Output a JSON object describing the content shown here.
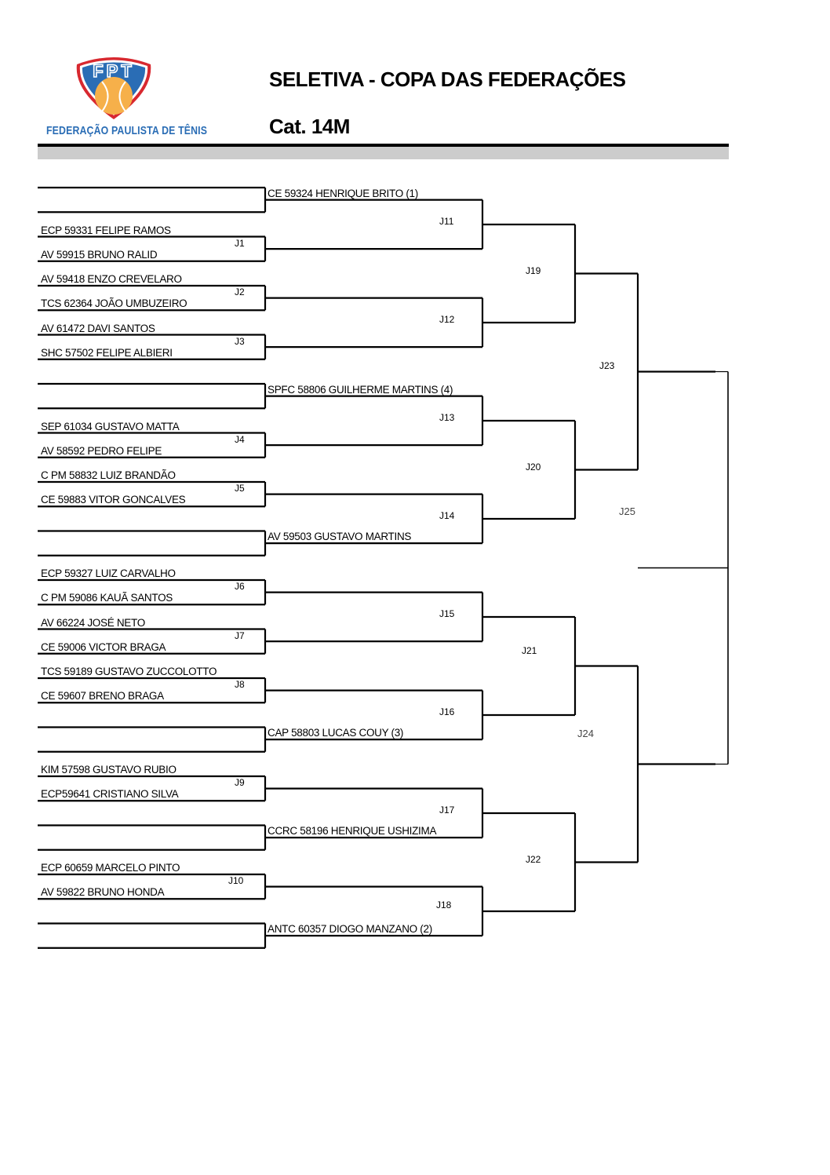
{
  "header": {
    "title": "SELETIVA - COPA DAS FEDERAÇÕES",
    "category": "Cat. 14M",
    "logo_letters": "FPT",
    "logo_text": "FEDERAÇÃO PAULISTA DE TÊNIS",
    "colors": {
      "logo_blue": "#2a6db5",
      "logo_orange": "#f6b04a",
      "logo_red": "#d8282f",
      "band": "#cccccc"
    }
  },
  "first_round": [
    {
      "type": "bye",
      "advanced": "CE 59324 HENRIQUE BRITO (1)"
    },
    {
      "type": "match",
      "match": "J1",
      "players": [
        "ECP 59331 FELIPE RAMOS",
        "AV 59915 BRUNO RALID"
      ]
    },
    {
      "type": "match",
      "match": "J2",
      "players": [
        "AV 59418 ENZO CREVELARO",
        "TCS 62364 JOÃO UMBUZEIRO"
      ]
    },
    {
      "type": "match",
      "match": "J3",
      "players": [
        "AV 61472 DAVI SANTOS",
        "SHC 57502 FELIPE ALBIERI"
      ]
    },
    {
      "type": "bye",
      "advanced": "SPFC 58806 GUILHERME MARTINS  (4)"
    },
    {
      "type": "match",
      "match": "J4",
      "players": [
        "SEP 61034 GUSTAVO MATTA",
        "AV 58592 PEDRO FELIPE"
      ]
    },
    {
      "type": "match",
      "match": "J5",
      "players": [
        "C PM 58832 LUIZ BRANDÃO",
        "CE 59883 VITOR GONCALVES"
      ]
    },
    {
      "type": "bye",
      "advanced": "AV 59503 GUSTAVO MARTINS"
    },
    {
      "type": "match",
      "match": "J6",
      "players": [
        "ECP 59327 LUIZ CARVALHO",
        "C PM 59086 KAUÃ SANTOS"
      ]
    },
    {
      "type": "match",
      "match": "J7",
      "players": [
        "AV 66224 JOSÉ NETO",
        "CE 59006 VICTOR BRAGA"
      ]
    },
    {
      "type": "match",
      "match": "J8",
      "players": [
        "TCS 59189 GUSTAVO ZUCCOLOTTO",
        "CE 59607 BRENO BRAGA"
      ]
    },
    {
      "type": "bye",
      "advanced": "CAP 58803 LUCAS COUY (3)"
    },
    {
      "type": "match",
      "match": "J9",
      "players": [
        "KIM 57598 GUSTAVO RUBIO",
        "ECP59641 CRISTIANO SILVA"
      ]
    },
    {
      "type": "bye",
      "advanced": "CCRC 58196 HENRIQUE USHIZIMA"
    },
    {
      "type": "match",
      "match": "J10",
      "players": [
        "ECP 60659 MARCELO PINTO",
        "AV 59822 BRUNO HONDA"
      ]
    },
    {
      "type": "bye",
      "advanced": "ANTC 60357 DIOGO MANZANO (2)"
    }
  ],
  "second_round": [
    "J11",
    "J12",
    "J13",
    "J14",
    "J15",
    "J16",
    "J17",
    "J18"
  ],
  "quarterfinals": [
    "J19",
    "J20",
    "J21",
    "J22"
  ],
  "semifinals": [
    "J23",
    "J24"
  ],
  "final": "J25"
}
